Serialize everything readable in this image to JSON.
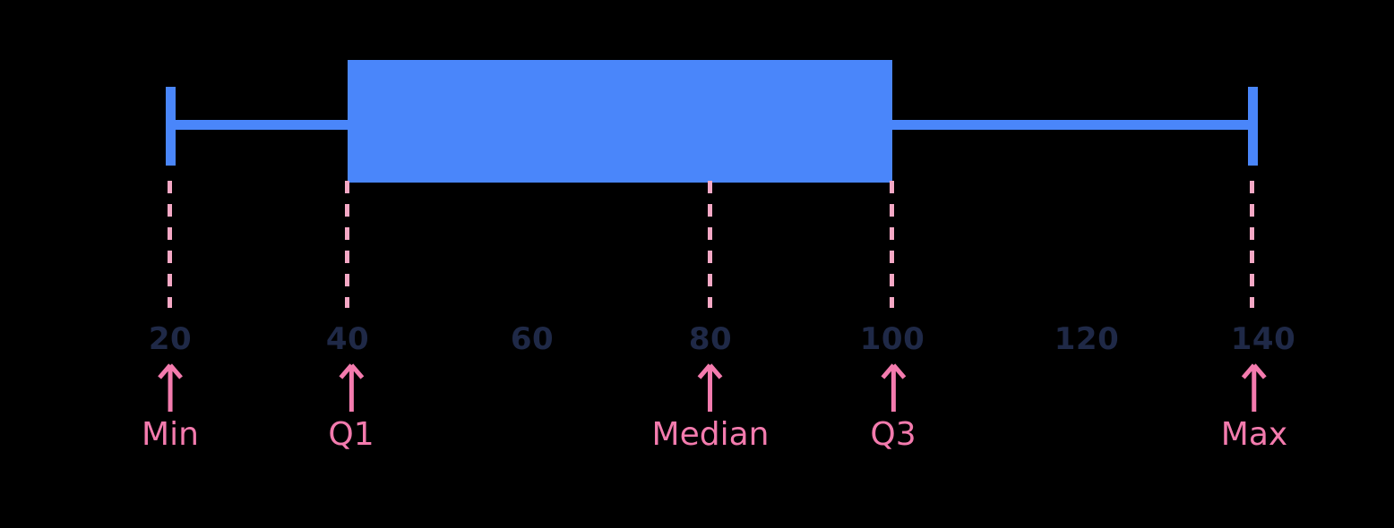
{
  "chart_data": {
    "type": "box",
    "title": "",
    "xlabel": "",
    "ylabel": "",
    "orientation": "horizontal",
    "xlim": [
      10,
      150
    ],
    "grid": false,
    "legend": null,
    "axis_ticks": [
      {
        "label": "20",
        "value": 20
      },
      {
        "label": "40",
        "value": 40
      },
      {
        "label": "60",
        "value": 60
      },
      {
        "label": "80",
        "value": 80
      },
      {
        "label": "100",
        "value": 100
      },
      {
        "label": "120",
        "value": 120
      },
      {
        "label": "140",
        "value": 140
      }
    ],
    "five_number_summary": {
      "min": 20,
      "q1": 40,
      "median": 80,
      "q3": 100,
      "max": 140
    },
    "annotations": [
      {
        "label": "Min",
        "value": 20
      },
      {
        "label": "Q1",
        "value": 40
      },
      {
        "label": "Median",
        "value": 80
      },
      {
        "label": "Q3",
        "value": 100
      },
      {
        "label": "Max",
        "value": 140
      }
    ]
  },
  "colors": {
    "background": "#000000",
    "box": "#4a86fa",
    "whisker": "#4a86fa",
    "tick_text": "#1f2947",
    "annotation": "#f47bae",
    "dash_line": "#f5a8c5"
  },
  "ticks": {
    "t0": "20",
    "t1": "40",
    "t2": "60",
    "t3": "80",
    "t4": "100",
    "t5": "120",
    "t6": "140"
  },
  "annotations": {
    "min": "Min",
    "q1": "Q1",
    "median": "Median",
    "q3": "Q3",
    "max": "Max"
  }
}
